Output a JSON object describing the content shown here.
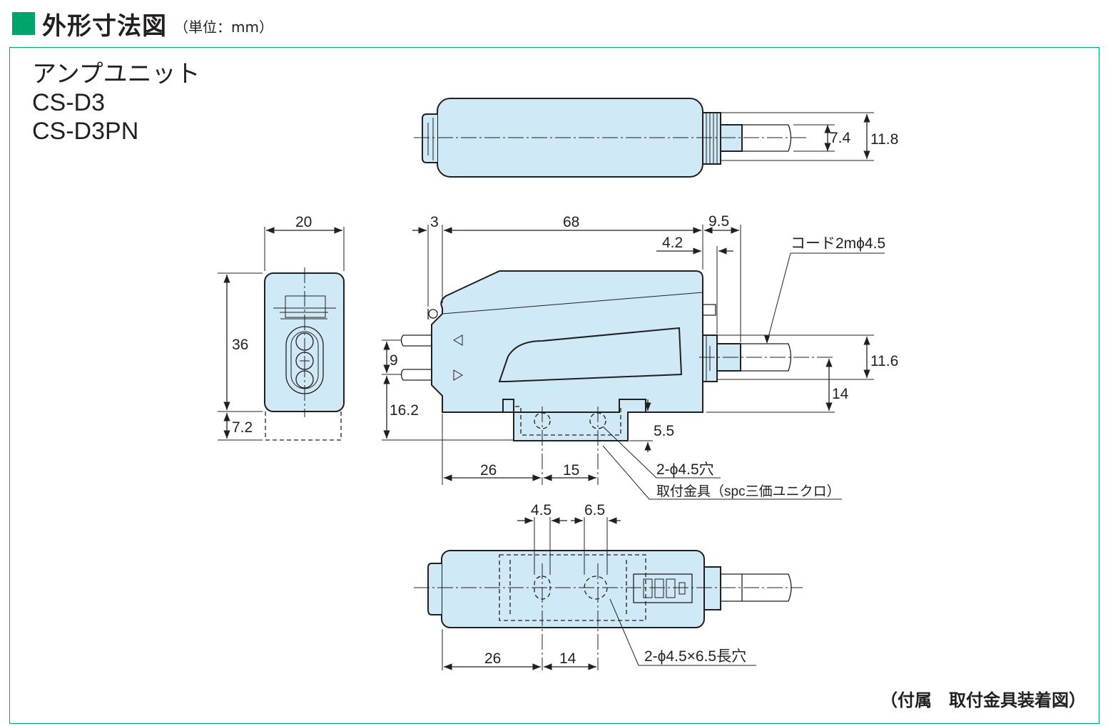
{
  "header": {
    "title": "外形寸法図",
    "unit": "（単位：mm）",
    "accent_color": "#00a56c"
  },
  "product": {
    "type": "アンプユニット",
    "models": [
      "CS-D3",
      "CS-D3PN"
    ]
  },
  "dimensions": {
    "top_cable_small": "7.4",
    "top_cable_large": "11.8",
    "end_width": "20",
    "end_height": "36",
    "end_bracket": "7.2",
    "side_front": "3",
    "side_length": "68",
    "side_rear": "9.5",
    "side_rear_inner": "4.2",
    "cable_spec": "コード2mϕ4.5",
    "fiber_pitch": "9",
    "fiber_offset": "16.2",
    "cable_height_outer": "11.6",
    "cable_height_inner": "14",
    "bracket_thickness": "5.5",
    "hole_pos_1": "26",
    "hole_pitch_1": "15",
    "holes_label": "2-ϕ4.5穴",
    "bracket_label": "取付金具（spc三価ユニクロ）",
    "slot_w1": "4.5",
    "slot_w2": "6.5",
    "bottom_pos_1": "26",
    "bottom_pitch": "14",
    "slots_label": "2-ϕ4.5×6.5長穴"
  },
  "caption": "（付属　取付金具装着図）",
  "colors": {
    "body_fill": "#cfe9f6",
    "line": "#231f20",
    "frame": "#00a56c"
  }
}
